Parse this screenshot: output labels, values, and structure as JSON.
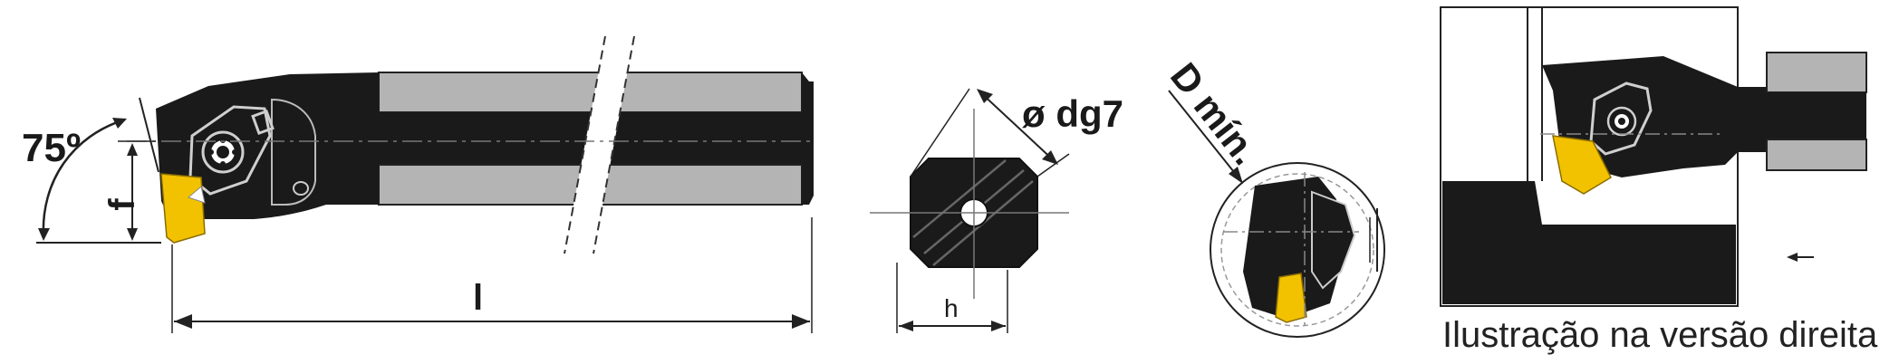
{
  "labels": {
    "angle": "75º",
    "f": "f",
    "l": "l",
    "diameter": "ø dg7",
    "h": "h",
    "d_min": "D mín."
  },
  "caption": "Ilustração na versão direita",
  "colors": {
    "steel_dark": "#1a1a1a",
    "steel_light": "#b4b4b4",
    "insert_yellow": "#f2c200",
    "line": "#222222"
  }
}
